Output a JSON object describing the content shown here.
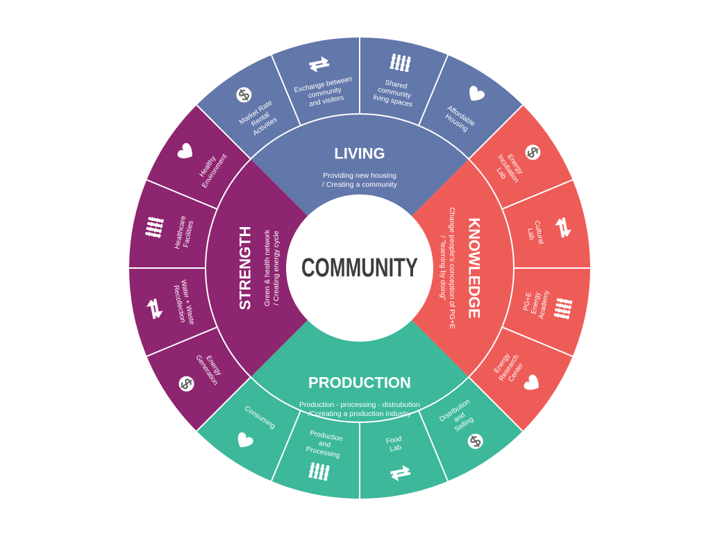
{
  "center": {
    "title": "COMMUNITY"
  },
  "colors": {
    "living": "#6277aa",
    "knowledge": "#ee5c58",
    "production": "#3db89a",
    "strength": "#8e2570",
    "center_text": "#3c3c3c",
    "divider": "#ffffff"
  },
  "quadrants": {
    "living": {
      "title": "LIVING",
      "subtitle": [
        "Providing new housing",
        "/ Creating a community"
      ],
      "items": [
        {
          "label": [
            "Market Rate",
            "Rental",
            "Activities"
          ],
          "icon": "dollar-icon"
        },
        {
          "label": [
            "Exchange between",
            "community",
            "and visitors"
          ],
          "icon": "exchange-arrows-icon"
        },
        {
          "label": [
            "Shared",
            "community",
            "living spaces"
          ],
          "icon": "people-grid-icon"
        },
        {
          "label": [
            "Affordable",
            "Housing"
          ],
          "icon": "heart-icon"
        }
      ]
    },
    "knowledge": {
      "title": "KNOWLEDGE",
      "subtitle": [
        "Change people's conception of PG+E",
        "/ \"learning by doing\""
      ],
      "items": [
        {
          "label": [
            "Energy",
            "Incubation",
            "Lab"
          ],
          "icon": "dollar-icon"
        },
        {
          "label": [
            "Cultural",
            "Lab"
          ],
          "icon": "exchange-arrows-icon"
        },
        {
          "label": [
            "PG+E",
            "Energy",
            "Academy"
          ],
          "icon": "people-grid-icon"
        },
        {
          "label": [
            "Energy",
            "Research",
            "Center"
          ],
          "icon": "heart-icon"
        }
      ]
    },
    "production": {
      "title": "PRODUCTION",
      "subtitle": [
        "Production - processing - distrubution",
        "/Ccreating a production industry"
      ],
      "items": [
        {
          "label": [
            "Distribution",
            "and",
            "Selling"
          ],
          "icon": "dollar-icon"
        },
        {
          "label": [
            "Food",
            "Lab"
          ],
          "icon": "exchange-arrows-icon"
        },
        {
          "label": [
            "Production",
            "and",
            "Processing"
          ],
          "icon": "people-grid-icon"
        },
        {
          "label": [
            "Consuming"
          ],
          "icon": "heart-icon"
        }
      ]
    },
    "strength": {
      "title": "STRENGTH",
      "subtitle": [
        "Green & health network",
        "/ Creating energy cycle"
      ],
      "items": [
        {
          "label": [
            "Energy",
            "Generation"
          ],
          "icon": "dollar-icon"
        },
        {
          "label": [
            "Water + Waste",
            "Recollection"
          ],
          "icon": "exchange-arrows-icon"
        },
        {
          "label": [
            "Healthcare",
            "Facilities"
          ],
          "icon": "people-grid-icon"
        },
        {
          "label": [
            "Healthy",
            "Environment"
          ],
          "icon": "heart-icon"
        }
      ]
    }
  }
}
